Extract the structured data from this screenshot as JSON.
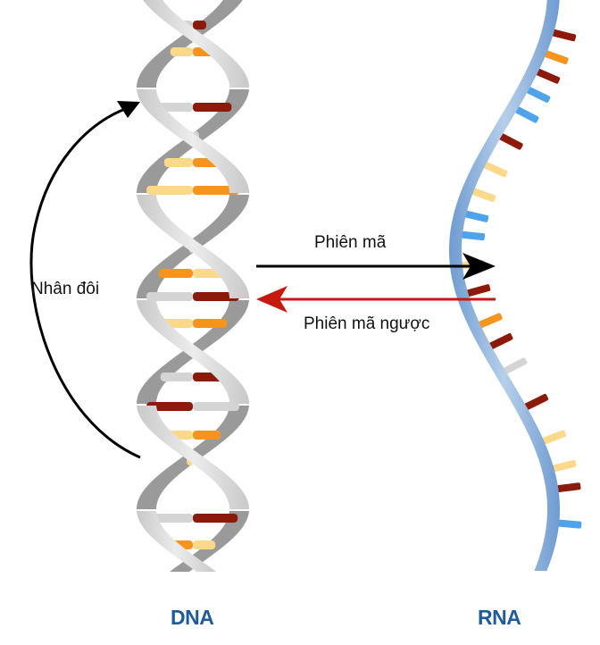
{
  "diagram": {
    "molecules": {
      "dna": {
        "title": "DNA"
      },
      "rna": {
        "title": "RNA"
      }
    },
    "processes": {
      "replication": {
        "label": "Nhân đôi",
        "direction": "DNA to DNA (loop)",
        "color": "#000000"
      },
      "transcription": {
        "label": "Phiên mã",
        "direction": "DNA to RNA",
        "color": "#000000"
      },
      "reverse_transcription": {
        "label": "Phiên mã ngược",
        "direction": "RNA to DNA",
        "color": "#c00000"
      }
    },
    "colors": {
      "dna_backbone_front": "#dcdcdc",
      "dna_backbone_back": "#9a9a9a",
      "rna_backbone": "#8fb3dc",
      "base_dark_red": "#8b1a0a",
      "base_orange": "#f7941d",
      "base_light_yellow": "#fcd88a",
      "base_grey": "#d4d4d4",
      "base_blue": "#4ea3ea",
      "title_blue": "#1f5c99"
    },
    "dna_rungs": [
      {
        "left": "grey",
        "right": "red"
      },
      {
        "left": "yellow",
        "right": "orange"
      },
      {
        "left": "grey",
        "right": "red"
      },
      {
        "left": "red",
        "right": "grey"
      },
      {
        "left": "yellow",
        "right": "orange"
      },
      {
        "left": "yellow",
        "right": "orange"
      },
      {
        "left": "grey",
        "right": "red"
      },
      {
        "left": "orange",
        "right": "yellow"
      },
      {
        "left": "grey",
        "right": "red"
      },
      {
        "left": "yellow",
        "right": "orange"
      },
      {
        "left": "grey",
        "right": "red"
      },
      {
        "left": "red",
        "right": "grey"
      },
      {
        "left": "yellow",
        "right": "orange"
      },
      {
        "left": "yellow",
        "right": "orange"
      },
      {
        "left": "grey",
        "right": "red"
      },
      {
        "left": "orange",
        "right": "yellow"
      }
    ],
    "rna_bases": [
      "red",
      "orange",
      "red",
      "blue",
      "blue",
      "red",
      "yellow",
      "yellow",
      "blue",
      "blue",
      "yellow",
      "red",
      "orange",
      "red",
      "grey",
      "red",
      "yellow",
      "yellow",
      "red",
      "blue"
    ]
  }
}
